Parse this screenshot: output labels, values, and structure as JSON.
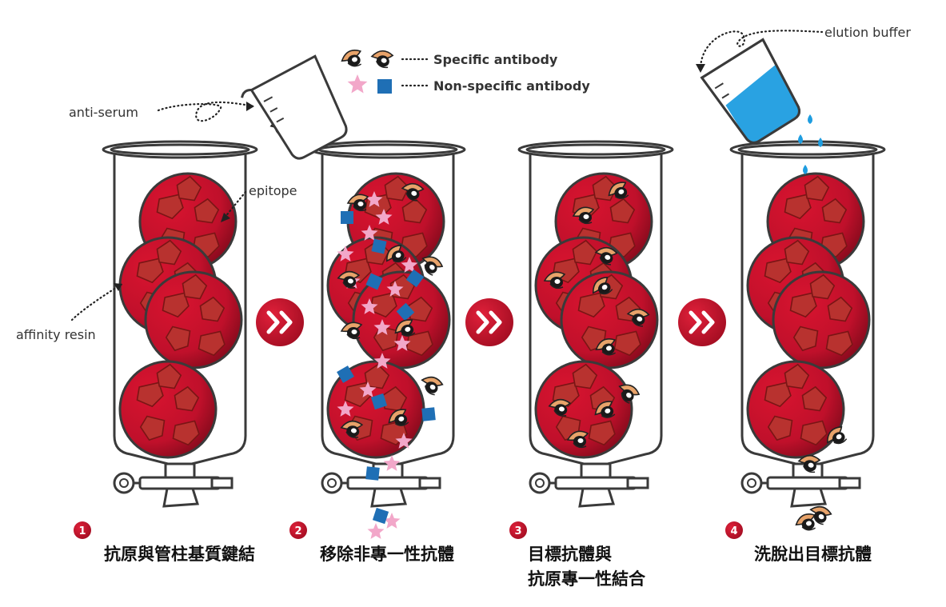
{
  "labels": {
    "anti_serum": "anti-serum",
    "epitope": "epitope",
    "affinity_resin": "affinity resin",
    "elution_buffer": "elution buffer"
  },
  "legend": {
    "specific": "Specific antibody",
    "nonspecific": "Non-specific antibody"
  },
  "steps": [
    {
      "num": "1",
      "title_lines": [
        "抗原與管柱基質鍵結"
      ]
    },
    {
      "num": "2",
      "title_lines": [
        "移除非專一性抗體"
      ]
    },
    {
      "num": "3",
      "title_lines": [
        "目標抗體與",
        "抗原專一性結合"
      ]
    },
    {
      "num": "4",
      "title_lines": [
        "洗脫出目標抗體"
      ]
    }
  ],
  "arrow_glyph": "»",
  "colors": {
    "bead": "#c8102e",
    "badge": "#c8102e",
    "star": "#f2a7c9",
    "square": "#1f6fb5",
    "elution": "#1e9de0"
  }
}
